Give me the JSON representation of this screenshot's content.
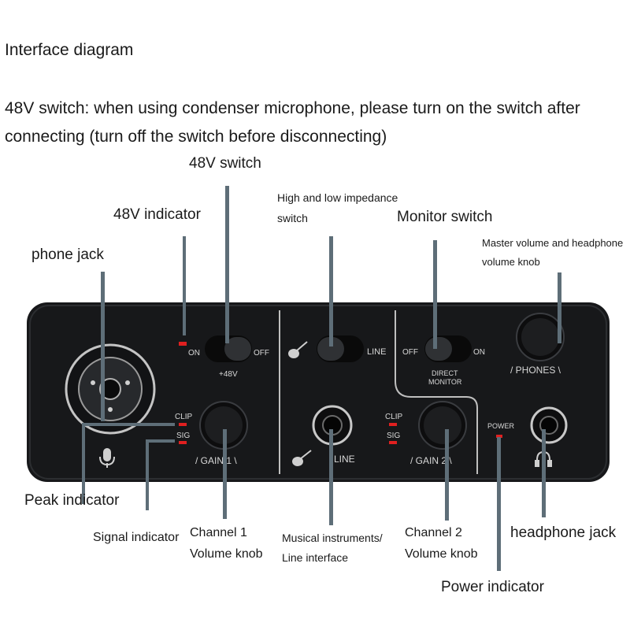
{
  "header": {
    "title": "Interface diagram",
    "desc_line1": "48V switch: when using condenser microphone, please turn on the switch after",
    "desc_line2": "connecting (turn off the switch before disconnecting)"
  },
  "callouts": {
    "switch_48v": "48V switch",
    "impedance_line1": "High and low impedance",
    "impedance_line2": "switch",
    "indicator_48v": "48V indicator",
    "monitor_switch": "Monitor switch",
    "master_line1": "Master volume and headphone",
    "master_line2": "volume knob",
    "phone_jack": "phone jack",
    "peak_indicator": "Peak indicator",
    "signal_indicator": "Signal indicator",
    "ch1_line1": "Channel 1",
    "ch1_line2": "Volume knob",
    "instr_line1": "Musical instruments/",
    "instr_line2": "Line interface",
    "ch2_line1": "Channel 2",
    "ch2_line2": "Volume knob",
    "headphone_jack": "headphone jack",
    "power_indicator": "Power indicator"
  },
  "device": {
    "on": "ON",
    "off": "OFF",
    "v48": "+48V",
    "line": "LINE",
    "off2": "OFF",
    "on2": "ON",
    "direct": "DIRECT",
    "monitor": "MONITOR",
    "phones": "/ PHONES \\",
    "clip1": "CLIP",
    "sig1": "SIG",
    "gain1": "/ GAIN 1 \\",
    "line2": "LINE",
    "clip2": "CLIP",
    "sig2": "SIG",
    "gain2": "/ GAIN 2 \\",
    "power": "POWER"
  },
  "colors": {
    "panel": "#17181a",
    "leader": "#5e6e78",
    "led_red": "#e02020",
    "label_gray": "#d8d8d8"
  }
}
